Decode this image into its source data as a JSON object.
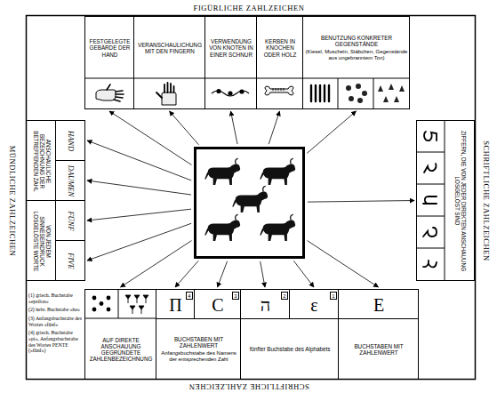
{
  "diagram": {
    "nodes": [
      {
        "text": [
          "FESTGELEGTE GEBÄRDE DER HAND"
        ]
      },
      {
        "text": [
          "VERANSCHAULICHUNG MIT DEN FINGERN"
        ]
      },
      {
        "text": [
          "VERWENDUNG VON KNOTEN IN EINER SCHNUR"
        ]
      },
      {
        "text": [
          "KERBEN IN KNOCHEN ODER HOLZ"
        ]
      },
      {
        "text": [
          "BENUTZUNG KONKRETER GEGENSTÄNDE",
          "(Kiesel, Muscheln, Stäbchen, Gegenstände aus ungebranntem Ton)"
        ]
      },
      {
        "text": [
          "ANSCHAULICHE BEZEICHNUNG DER BETREFFENDEN ZAHL"
        ]
      },
      {
        "text": [
          "VON JEDEM SINNESEINDRUCK LOSGELÖSTE WORTE"
        ]
      },
      {
        "text": [
          "HAND"
        ]
      },
      {
        "text": [
          "DAUMEN"
        ]
      },
      {
        "text": [
          "FÜNF"
        ]
      },
      {
        "text": [
          "FIVE"
        ]
      },
      {
        "text": []
      },
      {
        "text": [
          "ZIFFERN, DIE VON JEDER DIREKTEN ANSCHAUUNG LOSGELÖST SIND"
        ]
      },
      {
        "text": [
          "AUF DIREKTE ANSCHAUUNG GEGRÜNDETE ZAHLENBEZEICHNUNG"
        ]
      },
      {
        "text": [
          "Π",
          "4"
        ]
      },
      {
        "text": [
          "C",
          "3"
        ]
      },
      {
        "text": [
          "ה",
          "2"
        ]
      },
      {
        "text": [
          "ε",
          "1"
        ]
      },
      {
        "text": [
          "E"
        ]
      },
      {
        "text": [
          "BUCHSTABEN MIT ZAHLENWERT",
          "Anfangsbuchstabe des Namens der entsprechenden Zahl"
        ]
      },
      {
        "text": [
          "fünfter Buchstabe des Alphabets"
        ]
      },
      {
        "text": [
          "BUCHSTABEN MIT ZAHLENWERT"
        ]
      }
    ],
    "edges": [
      {
        "from": 11,
        "to": 0,
        "arrow": "to"
      },
      {
        "from": 11,
        "to": 1,
        "arrow": "to"
      },
      {
        "from": 11,
        "to": 2,
        "arrow": "to"
      },
      {
        "from": 11,
        "to": 3,
        "arrow": "to"
      },
      {
        "from": 11,
        "to": 4,
        "arrow": "to"
      },
      {
        "from": 11,
        "to": 7,
        "arrow": "to"
      },
      {
        "from": 11,
        "to": 8,
        "arrow": "to"
      },
      {
        "from": 11,
        "to": 9,
        "arrow": "to"
      },
      {
        "from": 11,
        "to": 10,
        "arrow": "to"
      },
      {
        "from": 11,
        "to": 12,
        "arrow": "to"
      },
      {
        "from": 11,
        "to": 13,
        "arrow": "to"
      },
      {
        "from": 11,
        "to": 14,
        "arrow": "to"
      },
      {
        "from": 11,
        "to": 15,
        "arrow": "to"
      },
      {
        "from": 11,
        "to": 16,
        "arrow": "to"
      },
      {
        "from": 11,
        "to": 17,
        "arrow": "to"
      },
      {
        "from": 11,
        "to": 18,
        "arrow": "to"
      }
    ],
    "labels": [
      "FIGÜRLICHE ZAHLZEICHEN",
      "SCHRIFTLICHE ZAHLZEICHEN",
      "SCHRIFTLICHE ZAHLZEICHEN",
      "MÜNDLICHE ZAHLZEICHEN",
      "(1) griech. Buchstabe »epsilon«",
      "(2) hebr. Buchstabe »he«",
      "(3) Anfangsbuchstabe des Wortes »fünf«",
      "(4) griech. Buchstabe »pi«, Anfangsbuchstabe des Wortes PENTE (»fünf«)"
    ]
  }
}
